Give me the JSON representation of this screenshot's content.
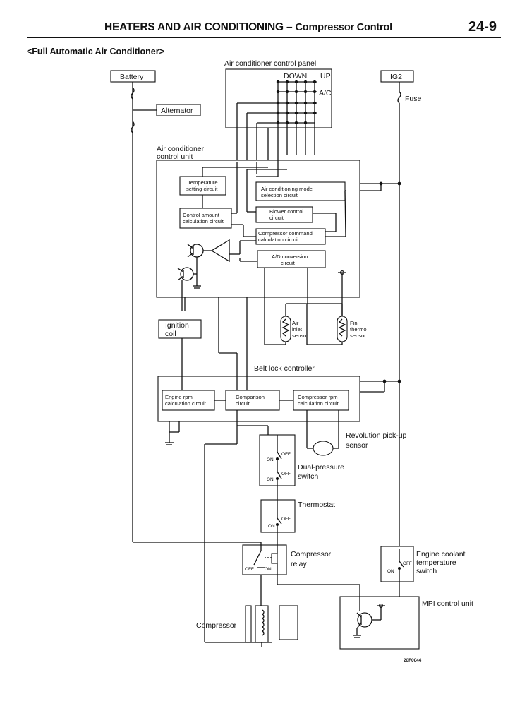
{
  "header": {
    "title_main": "HEATERS AND AIR CONDITIONING –",
    "title_sub": "Compressor Control",
    "page_number": "24-9",
    "section": "<Full Automatic Air Conditioner>"
  },
  "diagram": {
    "labels": {
      "battery": "Battery",
      "alternator": "Alternator",
      "ig2": "IG2",
      "fuse": "Fuse",
      "control_panel": "Air conditioner control panel",
      "down": "DOWN",
      "up": "UP",
      "ac": "A/C",
      "control_unit_line1": "Air conditioner",
      "control_unit_line2": "control unit",
      "temp_setting_1": "Temperature",
      "temp_setting_2": "setting circuit",
      "mode_sel_1": "Air conditioning mode",
      "mode_sel_2": "selection circuit",
      "control_amount_1": "Control amount",
      "control_amount_2": "calculation circuit",
      "blower_1": "Blower control",
      "blower_2": "circuit",
      "comp_cmd_1": "Compressor command",
      "comp_cmd_2": "calculation circuit",
      "ad_1": "A/D conversion",
      "ad_2": "circuit",
      "air_inlet_1": "Air",
      "air_inlet_2": "inlet",
      "air_inlet_3": "sensor",
      "fin_thermo_1": "Fin",
      "fin_thermo_2": "thermo",
      "fin_thermo_3": "sensor",
      "ignition_1": "Ignition",
      "ignition_2": "coil",
      "belt_lock": "Belt lock controller",
      "engine_rpm_1": "Engine rpm",
      "engine_rpm_2": "calculation circuit",
      "comparison_1": "Comparison",
      "comparison_2": "circuit",
      "comp_rpm_1": "Compressor rpm",
      "comp_rpm_2": "calculation circuit",
      "revolution_1": "Revolution pick-up",
      "revolution_2": "sensor",
      "dual_pressure_1": "Dual-pressure",
      "dual_pressure_2": "switch",
      "thermostat": "Thermostat",
      "comp_relay_1": "Compressor",
      "comp_relay_2": "relay",
      "coolant_1": "Engine coolant",
      "coolant_2": "temperature",
      "coolant_3": "switch",
      "mpi": "MPI control unit",
      "compressor": "Compressor",
      "on": "ON",
      "off": "OFF",
      "figure_code": "20F0044"
    }
  }
}
